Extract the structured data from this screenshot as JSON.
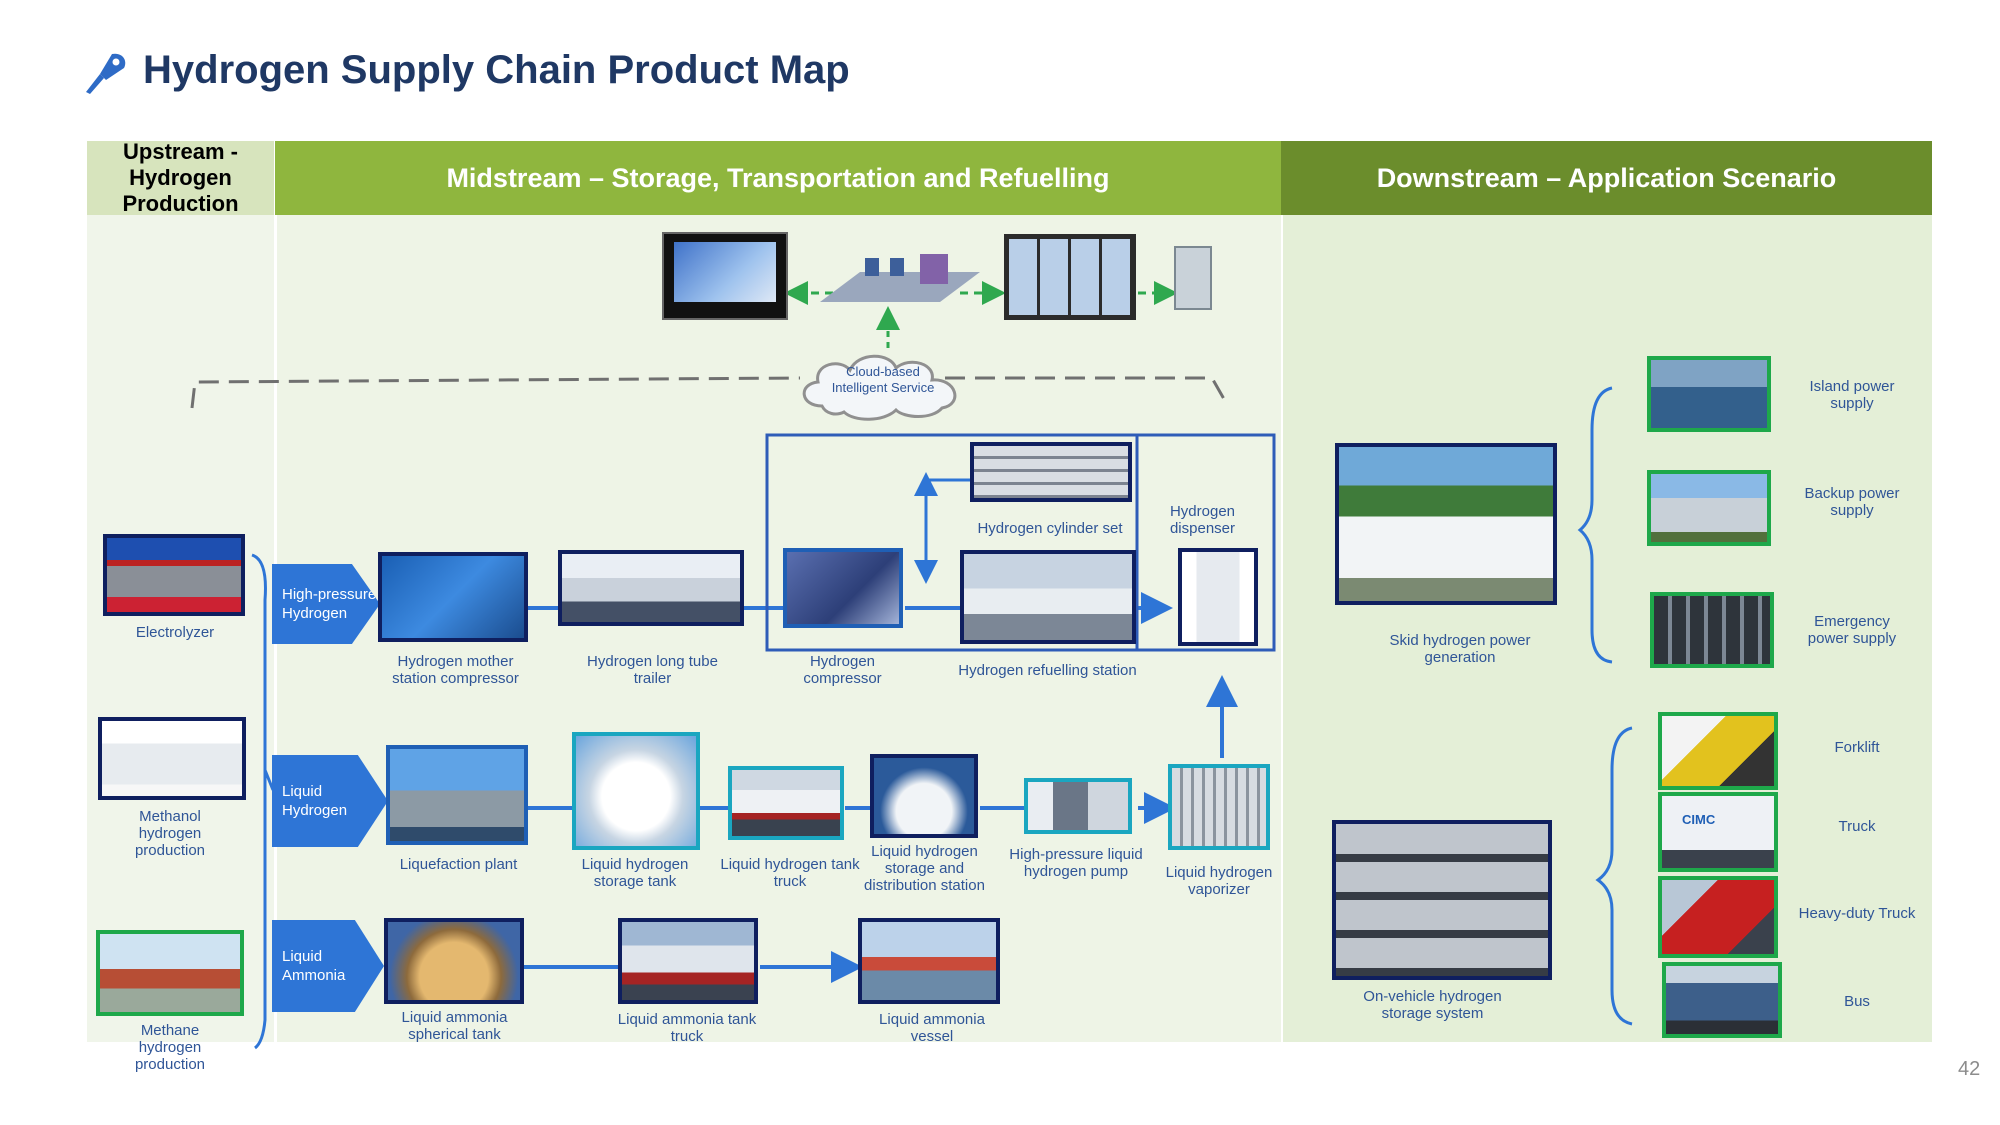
{
  "title": "Hydrogen Supply Chain Product Map",
  "headers": {
    "upstream": "Upstream - Hydrogen Production",
    "midstream": "Midstream – Storage, Transportation and Refuelling",
    "downstream": "Downstream – Application Scenario"
  },
  "cloud_label": "Cloud-based Intelligent Service",
  "upstream": {
    "electrolyzer": "Electrolyzer",
    "methanol": "Methanol hydrogen production",
    "methane": "Methane hydrogen production"
  },
  "routes": {
    "high_pressure": "High-pressure Hydrogen",
    "liquid_hydrogen": "Liquid Hydrogen",
    "liquid_ammonia": "Liquid Ammonia"
  },
  "gaseous_chain": {
    "mother_station": "Hydrogen mother station compressor",
    "long_tube": "Hydrogen long tube trailer",
    "compressor": "Hydrogen compressor",
    "cylinder_set": "Hydrogen cylinder set",
    "dispenser": "Hydrogen dispenser",
    "refuelling_station": "Hydrogen refuelling station"
  },
  "liquid_chain": {
    "liquefaction": "Liquefaction plant",
    "storage_tank": "Liquid hydrogen storage tank",
    "tank_truck": "Liquid hydrogen tank truck",
    "distribution": "Liquid hydrogen storage and distribution station",
    "pump": "High-pressure liquid hydrogen pump",
    "vaporizer": "Liquid hydrogen vaporizer"
  },
  "ammonia_chain": {
    "spherical_tank": "Liquid ammonia spherical tank",
    "tank_truck": "Liquid ammonia tank truck",
    "vessel": "Liquid ammonia vessel"
  },
  "downstream": {
    "skid": "Skid hydrogen power generation",
    "onvehicle": "On-vehicle hydrogen storage system",
    "island": "Island power supply",
    "backup": "Backup power supply",
    "emergency": "Emergency power supply",
    "forklift": "Forklift",
    "truck": "Truck",
    "heavy_truck": "Heavy-duty Truck",
    "bus": "Bus"
  },
  "truck_logo": "CIMC",
  "page_number": "42",
  "colors": {
    "title": "#1f3864",
    "label_blue": "#2f5597",
    "flow_blue": "#2e75d6",
    "upstream_header": "#d7e4bd",
    "midstream_header": "#8fb63e",
    "downstream_header": "#6b8d2c",
    "arrow_green": "#2fa84f"
  }
}
